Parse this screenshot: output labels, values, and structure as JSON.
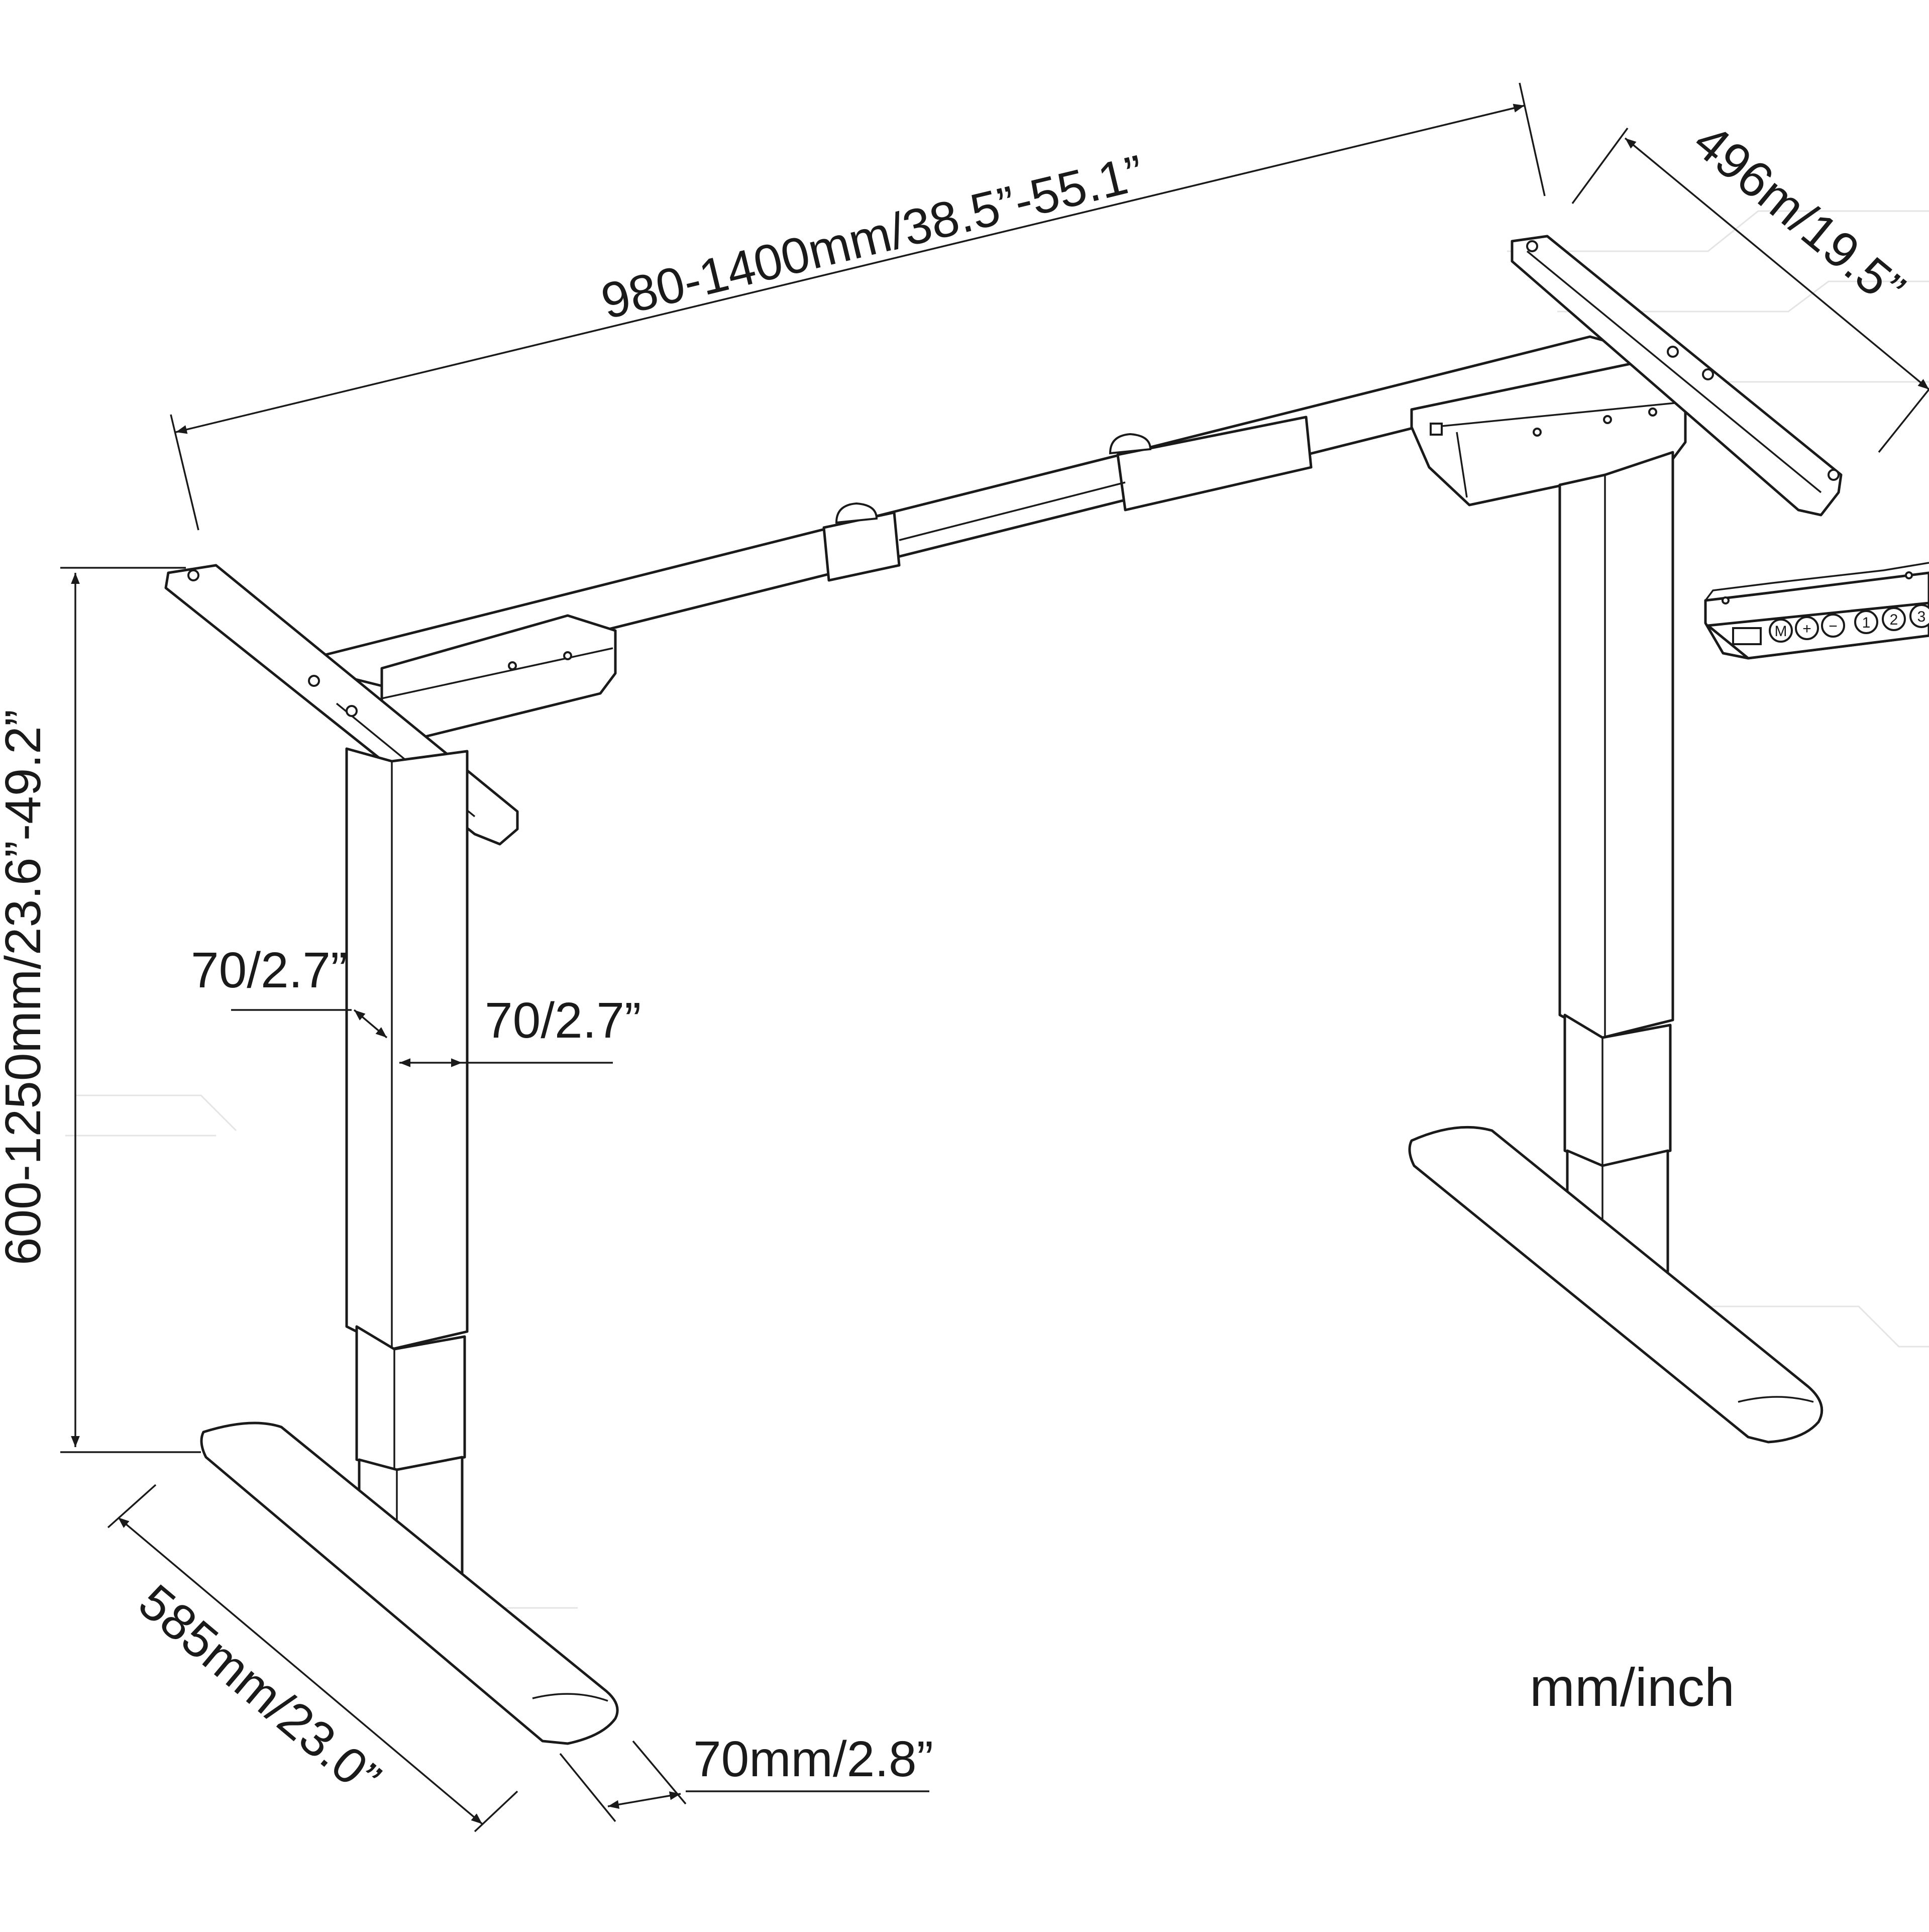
{
  "labels": {
    "width": "980-1400mm/38.5”-55.1”",
    "depth": "496m/19.5”",
    "height": "600-1250mm/23.6”-49.2”",
    "column_a": "70/2.7”",
    "column_b": "70/2.7”",
    "foot_length": "585mm/23.0”",
    "foot_width": "70mm/2.8”",
    "units": "mm/inch"
  },
  "control_panel": {
    "buttons": [
      "M",
      "+",
      "−",
      "1",
      "2",
      "3"
    ]
  }
}
